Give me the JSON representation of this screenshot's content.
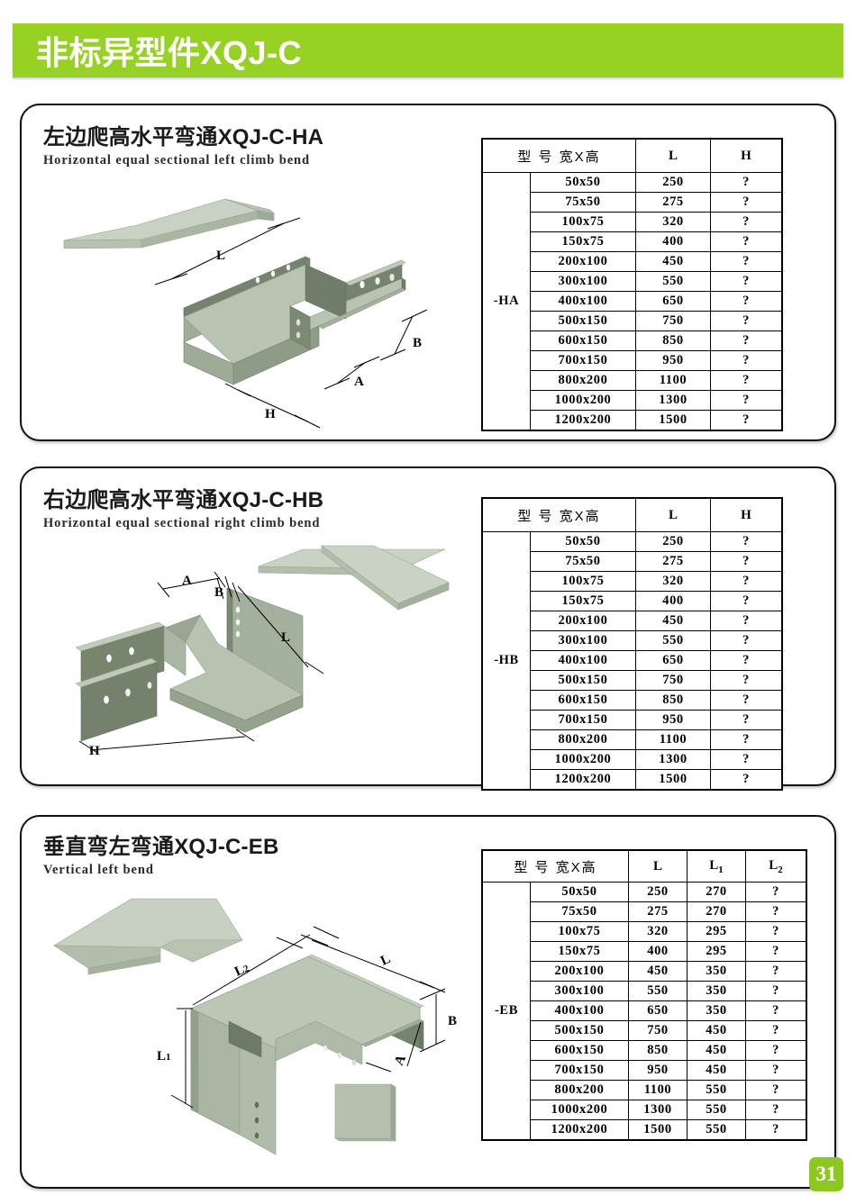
{
  "banner": {
    "title": "非标异型件XQJ-C",
    "color": "#97d123"
  },
  "page_number": "31",
  "colors": {
    "accent_green": "#97d123",
    "badge_green": "#8fc722",
    "tray_light": "#c3ccbe",
    "tray_mid": "#a9b5a4",
    "tray_dark": "#6d7a6c",
    "border": "#111111"
  },
  "sections": [
    {
      "id": "HA",
      "cn_title": "左边爬高水平弯通XQJ-C-HA",
      "en_title": "Horizontal equal sectional left climb bend",
      "drawing_labels": [
        "L",
        "B",
        "A",
        "H"
      ],
      "table": {
        "code": "-HA",
        "headers": [
          "型 号    宽X高",
          "L",
          "H"
        ],
        "rows": [
          {
            "size": "50x50",
            "L": "250",
            "H": "?"
          },
          {
            "size": "75x50",
            "L": "275",
            "H": "?"
          },
          {
            "size": "100x75",
            "L": "320",
            "H": "?"
          },
          {
            "size": "150x75",
            "L": "400",
            "H": "?"
          },
          {
            "size": "200x100",
            "L": "450",
            "H": "?"
          },
          {
            "size": "300x100",
            "L": "550",
            "H": "?"
          },
          {
            "size": "400x100",
            "L": "650",
            "H": "?"
          },
          {
            "size": "500x150",
            "L": "750",
            "H": "?"
          },
          {
            "size": "600x150",
            "L": "850",
            "H": "?"
          },
          {
            "size": "700x150",
            "L": "950",
            "H": "?"
          },
          {
            "size": "800x200",
            "L": "1100",
            "H": "?"
          },
          {
            "size": "1000x200",
            "L": "1300",
            "H": "?"
          },
          {
            "size": "1200x200",
            "L": "1500",
            "H": "?"
          }
        ]
      }
    },
    {
      "id": "HB",
      "cn_title": "右边爬高水平弯通XQJ-C-HB",
      "en_title": "Horizontal equal sectional right climb bend",
      "drawing_labels": [
        "A",
        "B",
        "L",
        "H"
      ],
      "table": {
        "code": "-HB",
        "headers": [
          "型 号    宽X高",
          "L",
          "H"
        ],
        "rows": [
          {
            "size": "50x50",
            "L": "250",
            "H": "?"
          },
          {
            "size": "75x50",
            "L": "275",
            "H": "?"
          },
          {
            "size": "100x75",
            "L": "320",
            "H": "?"
          },
          {
            "size": "150x75",
            "L": "400",
            "H": "?"
          },
          {
            "size": "200x100",
            "L": "450",
            "H": "?"
          },
          {
            "size": "300x100",
            "L": "550",
            "H": "?"
          },
          {
            "size": "400x100",
            "L": "650",
            "H": "?"
          },
          {
            "size": "500x150",
            "L": "750",
            "H": "?"
          },
          {
            "size": "600x150",
            "L": "850",
            "H": "?"
          },
          {
            "size": "700x150",
            "L": "950",
            "H": "?"
          },
          {
            "size": "800x200",
            "L": "1100",
            "H": "?"
          },
          {
            "size": "1000x200",
            "L": "1300",
            "H": "?"
          },
          {
            "size": "1200x200",
            "L": "1500",
            "H": "?"
          }
        ]
      }
    },
    {
      "id": "EB",
      "cn_title": "垂直弯左弯通XQJ-C-EB",
      "en_title": "Vertical left bend",
      "drawing_labels": [
        "L2",
        "L",
        "L1",
        "A",
        "B"
      ],
      "table": {
        "code": "-EB",
        "headers": [
          "型 号    宽X高",
          "L",
          "L1",
          "L2"
        ],
        "rows": [
          {
            "size": "50x50",
            "L": "250",
            "L1": "270",
            "L2": "?"
          },
          {
            "size": "75x50",
            "L": "275",
            "L1": "270",
            "L2": "?"
          },
          {
            "size": "100x75",
            "L": "320",
            "L1": "295",
            "L2": "?"
          },
          {
            "size": "150x75",
            "L": "400",
            "L1": "295",
            "L2": "?"
          },
          {
            "size": "200x100",
            "L": "450",
            "L1": "350",
            "L2": "?"
          },
          {
            "size": "300x100",
            "L": "550",
            "L1": "350",
            "L2": "?"
          },
          {
            "size": "400x100",
            "L": "650",
            "L1": "350",
            "L2": "?"
          },
          {
            "size": "500x150",
            "L": "750",
            "L1": "450",
            "L2": "?"
          },
          {
            "size": "600x150",
            "L": "850",
            "L1": "450",
            "L2": "?"
          },
          {
            "size": "700x150",
            "L": "950",
            "L1": "450",
            "L2": "?"
          },
          {
            "size": "800x200",
            "L": "1100",
            "L1": "550",
            "L2": "?"
          },
          {
            "size": "1000x200",
            "L": "1300",
            "L1": "550",
            "L2": "?"
          },
          {
            "size": "1200x200",
            "L": "1500",
            "L1": "550",
            "L2": "?"
          }
        ]
      }
    }
  ]
}
